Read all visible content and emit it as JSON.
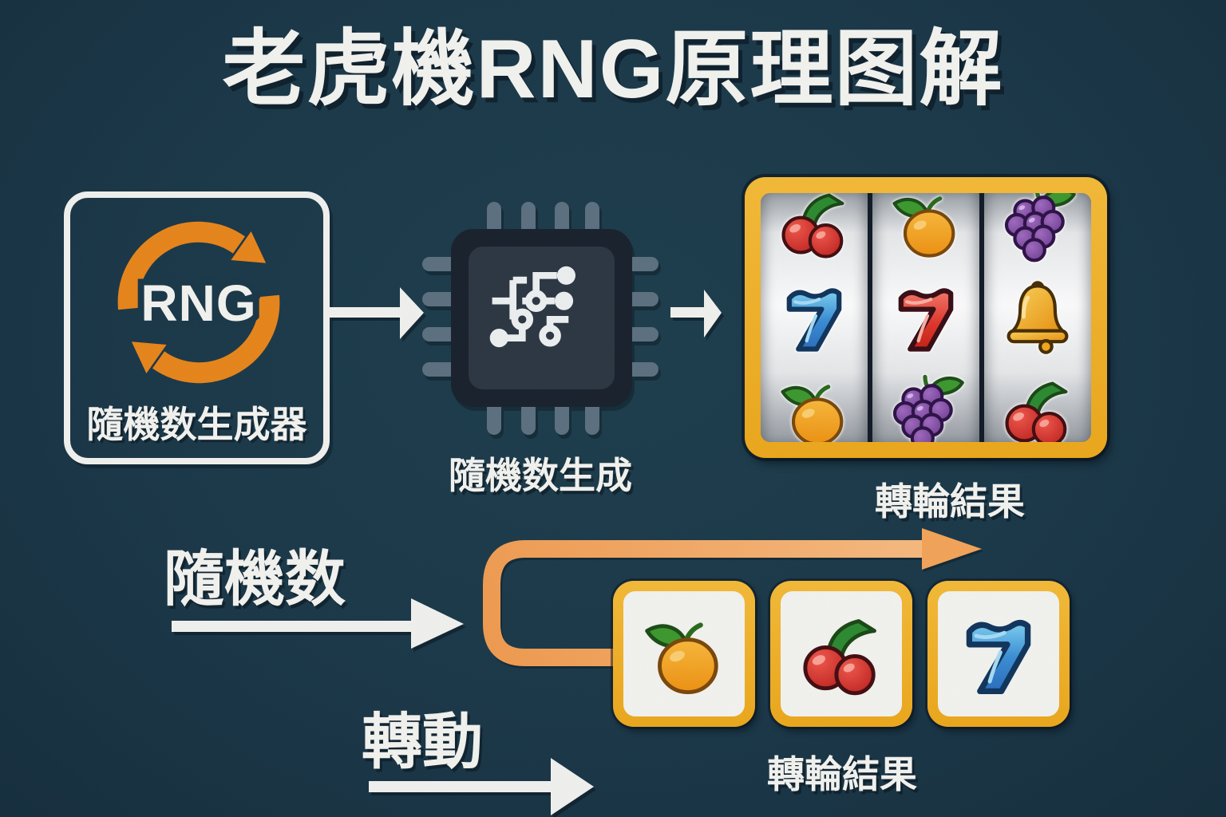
{
  "title": "老虎機RNG原理图解",
  "colors": {
    "background": "#1d3a4b",
    "accent_orange": "#e8871e",
    "accent_yellow": "#f0b32c",
    "arrow_peach": "#f2a464",
    "text_white": "#f3f3f0"
  },
  "rng_box": {
    "acronym": "RNG",
    "label": "隨機数生成器",
    "icon": "cycle-arrows-icon"
  },
  "chip": {
    "label": "隨機数生成",
    "icon": "circuit-chip-icon"
  },
  "slot_machine": {
    "label": "轉輪結果",
    "reels": [
      {
        "symbols": [
          "cherries",
          "seven-blue",
          "orange"
        ]
      },
      {
        "symbols": [
          "orange",
          "seven-red",
          "grapes"
        ]
      },
      {
        "symbols": [
          "grapes",
          "bell",
          "cherries"
        ]
      }
    ]
  },
  "flow": {
    "random_number_label": "隨機数",
    "spin_label": "轉動",
    "result_label": "轉輪結果",
    "result_symbols": [
      "orange",
      "cherries",
      "seven-blue"
    ]
  }
}
